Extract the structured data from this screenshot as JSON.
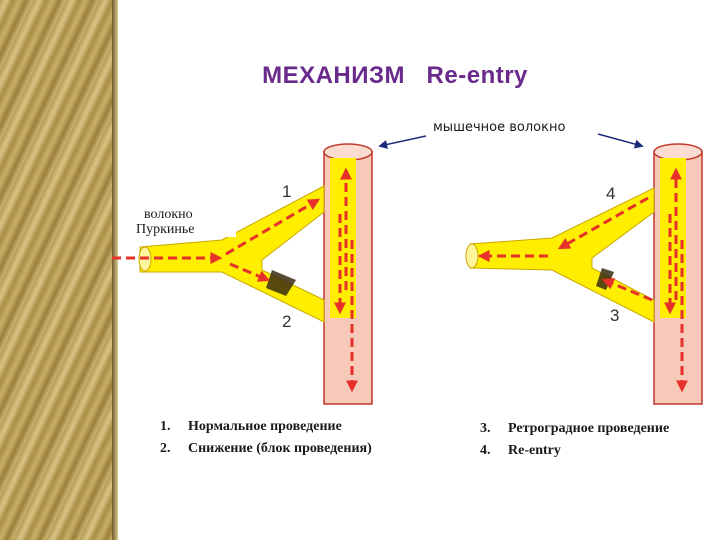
{
  "title": "МЕХАНИЗМ   Re-entry",
  "labels": {
    "muscle_fiber": "мышечное волокно",
    "purkinje_line1": "волокно",
    "purkinje_line2": "Пуркинье"
  },
  "markers": [
    "1",
    "2",
    "3",
    "4"
  ],
  "legend_left": [
    {
      "num": "1.",
      "text": "Нормальное проведение"
    },
    {
      "num": "2.",
      "text": "Снижение (блок проведения)"
    }
  ],
  "legend_right": [
    {
      "num": "3.",
      "text": "Ретроградное проведение"
    },
    {
      "num": "4.",
      "text": "Re-entry"
    }
  ],
  "colors": {
    "title": "#6a2a8c",
    "fiber_fill": "#ffee00",
    "muscle_fill": "#f6c9b8",
    "arrow": "#e8302a",
    "pointer": "#1b2a7a"
  }
}
